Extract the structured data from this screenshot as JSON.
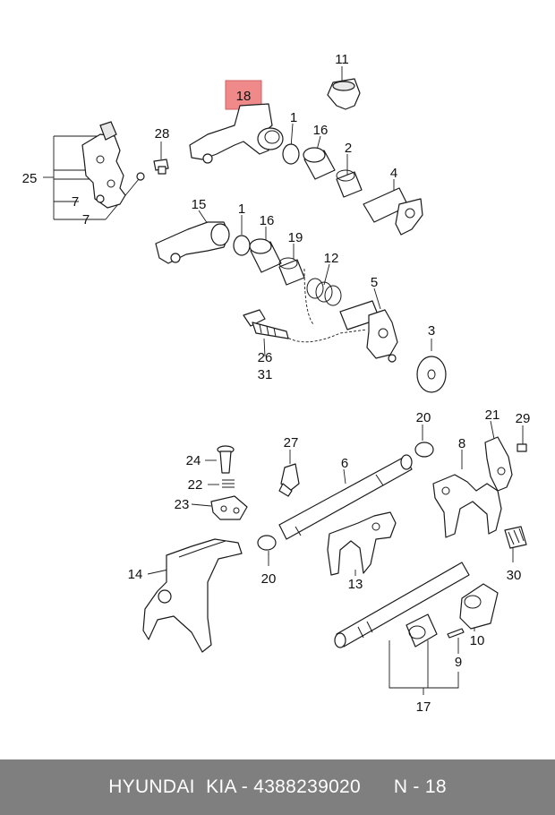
{
  "colors": {
    "highlight": "#f08a8a",
    "footer_bg": "#7f7f7f"
  },
  "callouts": {
    "c1a": "1",
    "c1b": "1",
    "c2": "2",
    "c3": "3",
    "c4": "4",
    "c5": "5",
    "c6": "6",
    "c7a": "7",
    "c7b": "7",
    "c8": "8",
    "c9": "9",
    "c10": "10",
    "c11": "11",
    "c12": "12",
    "c13": "13",
    "c14": "14",
    "c15": "15",
    "c16a": "16",
    "c16b": "16",
    "c17": "17",
    "c18": "18",
    "c19": "19",
    "c20a": "20",
    "c20b": "20",
    "c21": "21",
    "c22": "22",
    "c23": "23",
    "c24": "24",
    "c25": "25",
    "c26": "26",
    "c27": "27",
    "c28": "28",
    "c29": "29",
    "c30": "30",
    "c31": "31"
  },
  "footer": {
    "text": "HYUNDAI  KIA - 4388239020      N - 18"
  }
}
